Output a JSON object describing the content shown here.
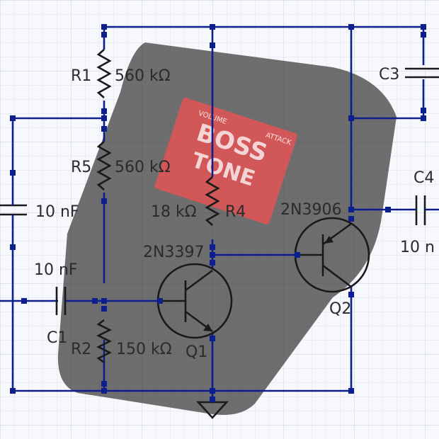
{
  "photo": {
    "label_lines": [
      "BOSS",
      "TONE"
    ],
    "knob_labels": [
      "VOLUME",
      "ATTACK"
    ],
    "colors": {
      "body": "#3a3a3a",
      "label_red": "#d93a3a"
    }
  },
  "components": {
    "r1": {
      "ref": "R1",
      "value": "560 kΩ"
    },
    "r5": {
      "ref": "R5",
      "value": "560 kΩ"
    },
    "r2": {
      "ref": "R2",
      "value": "150 kΩ"
    },
    "r4": {
      "ref": "R4",
      "value": "18 kΩ"
    },
    "c1": {
      "ref": "C1",
      "value": "10 nF"
    },
    "c2": {
      "value": "10 nF"
    },
    "c3": {
      "ref": "C3"
    },
    "c4": {
      "ref": "C4",
      "value": "10 n"
    },
    "q1": {
      "ref": "Q1",
      "part": "2N3397"
    },
    "q2": {
      "ref": "Q2",
      "part": "2N3906"
    }
  },
  "colors": {
    "wire": "#0d1f8c",
    "component": "#1a1a1a",
    "grid": "#c9cde6",
    "background": "#f7f8fc"
  },
  "icons": [
    "ground-symbol-icon",
    "npn-transistor-icon",
    "pnp-transistor-icon"
  ]
}
